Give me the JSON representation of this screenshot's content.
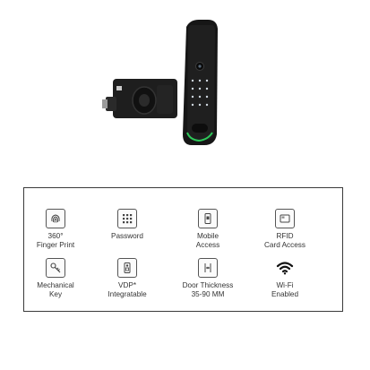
{
  "features": [
    {
      "icon": "fingerprint-icon",
      "line1": "360°",
      "line2": "Finger Print"
    },
    {
      "icon": "keypad-icon",
      "line1": "Password",
      "line2": ""
    },
    {
      "icon": "mobile-phone-icon",
      "line1": "Mobile",
      "line2": "Access"
    },
    {
      "icon": "rfid-card-icon",
      "line1": "RFID",
      "line2": "Card Access"
    },
    {
      "icon": "key-icon",
      "line1": "Mechanical",
      "line2": "Key"
    },
    {
      "icon": "vdp-intercom-icon",
      "line1": "VDP*",
      "line2": "Integratable"
    },
    {
      "icon": "door-thickness-icon",
      "line1": "Door Thickness",
      "line2": "35-90 MM"
    },
    {
      "icon": "wifi-icon",
      "line1": "Wi-Fi",
      "line2": "Enabled"
    }
  ],
  "colors": {
    "body": "#1c1c1c",
    "accent": "#2ec95a",
    "keypad": "#cfd8e0"
  }
}
